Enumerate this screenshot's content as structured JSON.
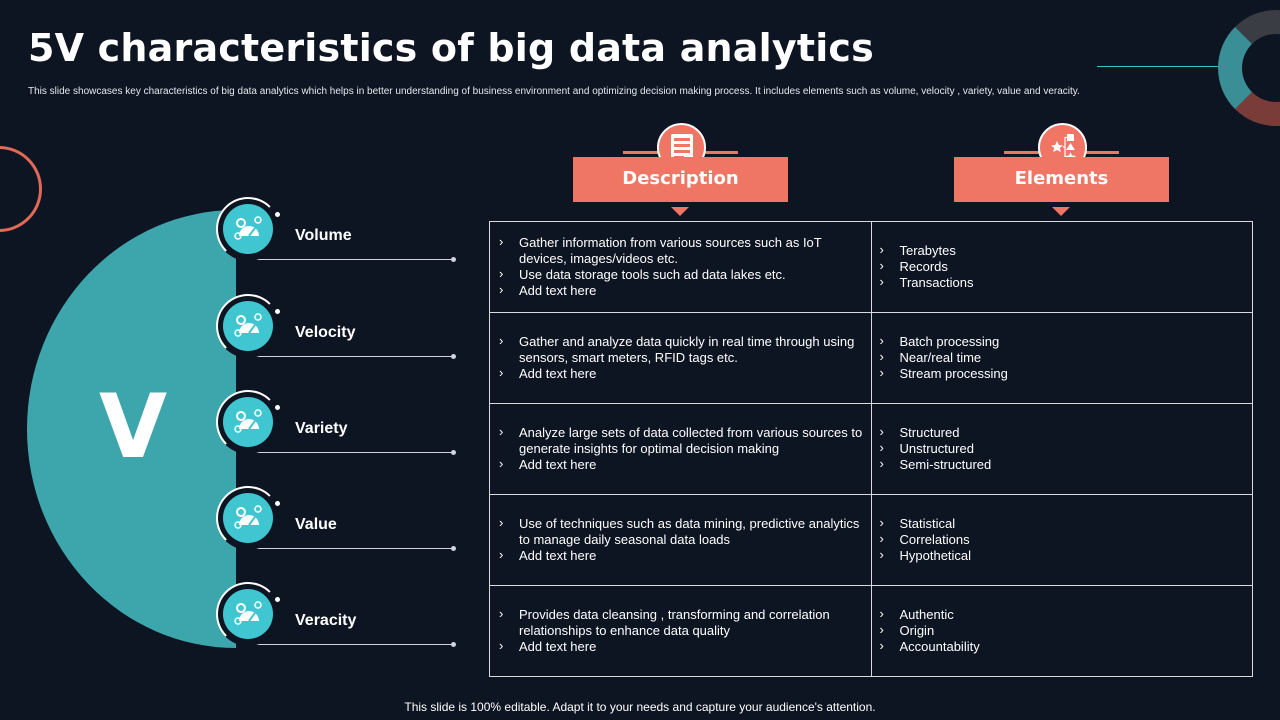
{
  "slide": {
    "title": "5V characteristics of big data analytics",
    "subtitle": "This slide showcases key characteristics of big data analytics which helps in better understanding of business environment and optimizing decision making process. It includes elements such as volume, velocity , variety, value and veracity.",
    "footer": "This slide is 100% editable. Adapt it to your needs and capture your audience's attention."
  },
  "colors": {
    "background": "#0d1522",
    "teal": "#3da6ad",
    "icon_teal": "#3fc6d1",
    "coral": "#ef7565"
  },
  "v_panel": {
    "letter": "V",
    "items": [
      {
        "label": "Volume",
        "icon": "gauge-gear-icon"
      },
      {
        "label": "Velocity",
        "icon": "gauge-gear-icon"
      },
      {
        "label": "Variety",
        "icon": "gauge-gear-icon"
      },
      {
        "label": "Value",
        "icon": "gauge-gear-icon"
      },
      {
        "label": "Veracity",
        "icon": "gauge-gear-icon"
      }
    ]
  },
  "headers": {
    "description": {
      "label": "Description",
      "icon": "server-rack-icon"
    },
    "elements": {
      "label": "Elements",
      "icon": "shapes-flow-icon"
    }
  },
  "rows": [
    {
      "description": [
        "Gather information from various sources such as IoT devices, images/videos etc.",
        "Use data storage tools such ad data lakes etc.",
        "Add text here"
      ],
      "elements": [
        "Terabytes",
        "Records",
        "Transactions"
      ]
    },
    {
      "description": [
        "Gather and analyze data quickly in real time through using sensors, smart meters, RFID tags etc.",
        "Add text here"
      ],
      "elements": [
        "Batch processing",
        "Near/real time",
        "Stream processing"
      ]
    },
    {
      "description": [
        "Analyze large sets of data collected from various sources to generate insights for optimal decision making",
        "Add text here"
      ],
      "elements": [
        "Structured",
        "Unstructured",
        "Semi-structured"
      ]
    },
    {
      "description": [
        "Use of techniques such as data mining, predictive analytics to manage daily seasonal data loads",
        "Add text here"
      ],
      "elements": [
        "Statistical",
        "Correlations",
        "Hypothetical"
      ]
    },
    {
      "description": [
        "Provides data cleansing , transforming and correlation relationships to enhance data quality",
        "Add text here"
      ],
      "elements": [
        "Authentic",
        "Origin",
        "Accountability"
      ]
    }
  ]
}
